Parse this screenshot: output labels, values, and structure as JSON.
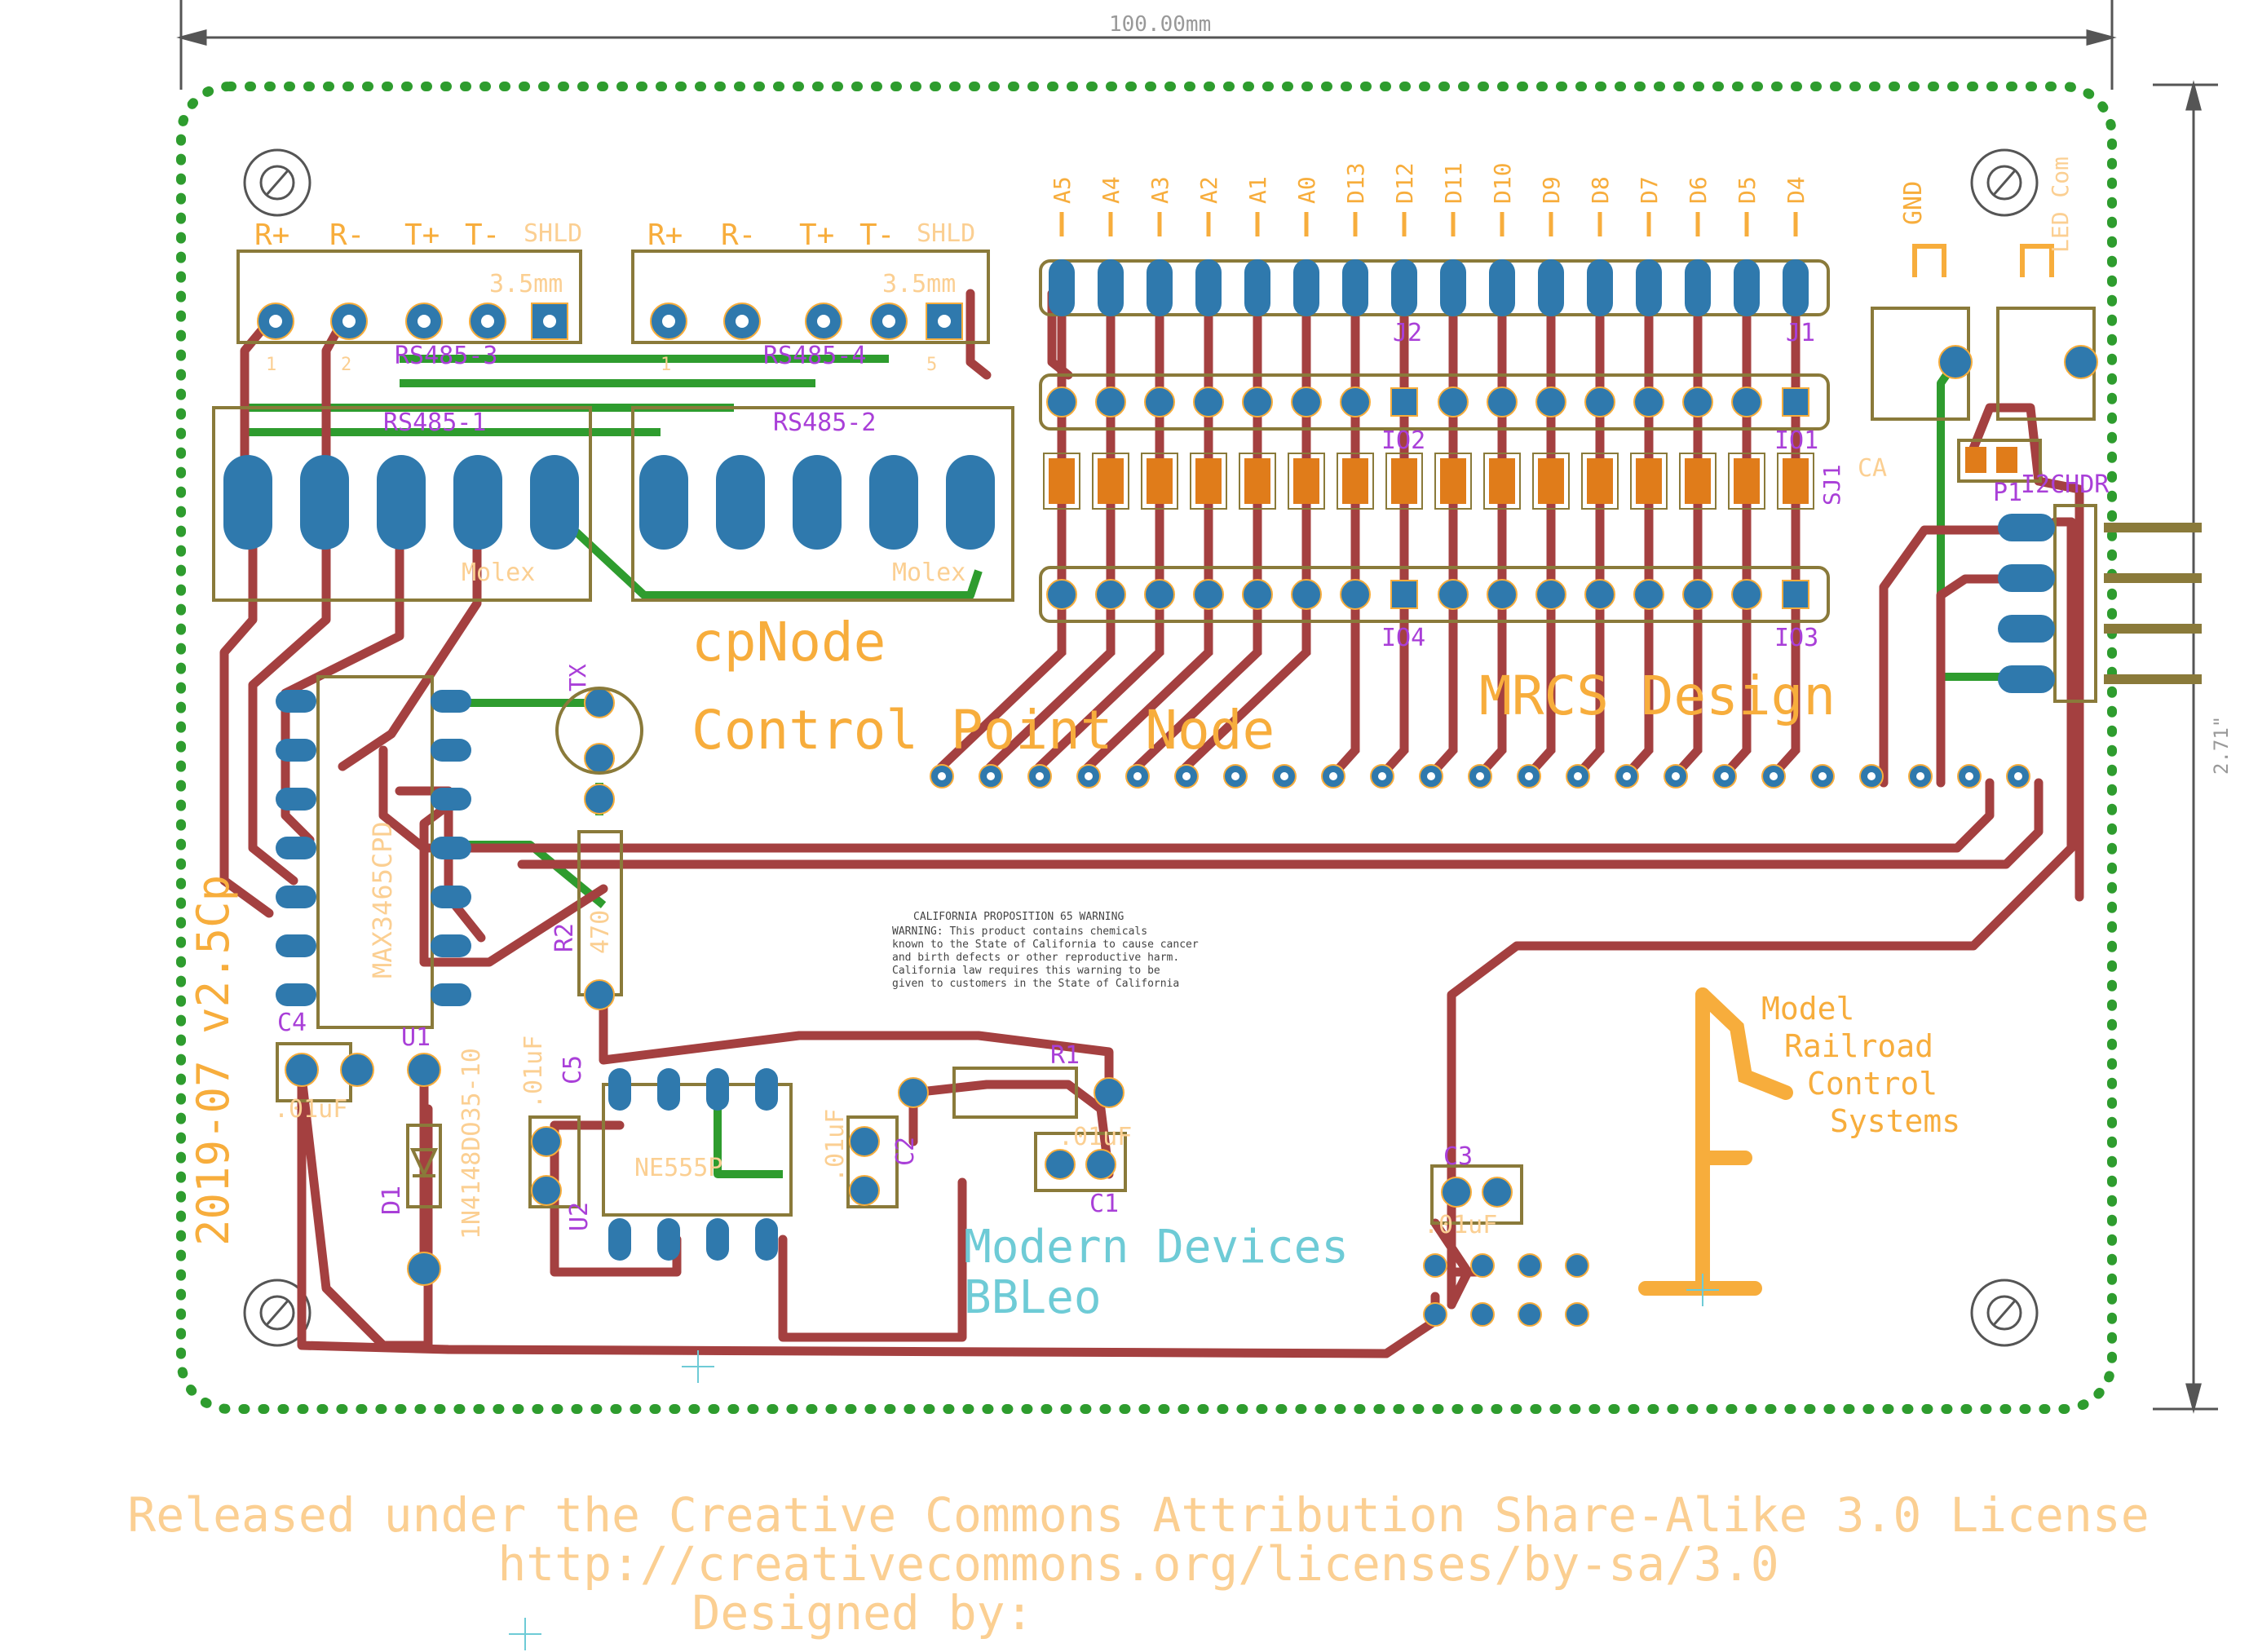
{
  "colors": {
    "silk": "#f7ad3c",
    "silk_light": "#fbcf92",
    "name": "#a93fd8",
    "trace_top": "#a44040",
    "trace_bottom": "#2e9c2e",
    "pad": "#2f79ad",
    "outline": "#8a7a3a",
    "smd": "#e07c1a",
    "dim": "#555555",
    "cyan": "#6ecbd6"
  },
  "dimensions": {
    "width": "100.00mm",
    "height": "2.71\""
  },
  "connectors": {
    "left_top_pins": [
      "R+",
      "R-",
      "T+",
      "T-"
    ],
    "left_top_shld": "SHLD",
    "right_top_pins": [
      "R+",
      "R-",
      "T+",
      "T-"
    ],
    "right_top_shld": "SHLD",
    "size_left": "3.5mm",
    "size_right": "3.5mm",
    "pin_nums_left": [
      "1",
      "2"
    ],
    "pin_nums_right": [
      "1",
      "5"
    ],
    "bus_labels": [
      "RS485-3",
      "RS485-4",
      "RS485-1",
      "RS485-2"
    ],
    "molex_left": "Molex",
    "molex_right": "Molex"
  },
  "io": {
    "pins": [
      "A5",
      "A4",
      "A3",
      "A2",
      "A1",
      "A0",
      "D13",
      "D12",
      "D11",
      "D10",
      "D9",
      "D8",
      "D7",
      "D6",
      "D5",
      "D4"
    ],
    "j2": "J2",
    "j1": "J1",
    "io2": "IO2",
    "io1": "IO1",
    "io4": "IO4",
    "io3": "IO3",
    "sj1": "SJ1",
    "ca": "CA"
  },
  "power": {
    "gnd": "GND",
    "led_com": "LED Com",
    "p1": "P1",
    "i2c": "I2CHDR"
  },
  "titles": {
    "cpnode": "cpNode",
    "control_point": "Control Point Node",
    "mrcs": "MRCS Design",
    "version": "2019-07  v2.5Cp"
  },
  "parts": {
    "tx": "TX",
    "max": "MAX3465CPD",
    "r2": "R2",
    "r2_val": "470",
    "c4": "C4",
    "c4_val": ".01uF",
    "u1": "U1",
    "diode": "1N4148DO35-10",
    "d1": "D1",
    "c5": "C5",
    "c5_val": ".01uF",
    "u2": "U2",
    "ne555": "NE555P",
    "c2": "C2",
    "c2_val": ".01uF",
    "r1": "R1",
    "c1_val": ".01uF",
    "c1": "C1",
    "c3": "C3",
    "c3_val": ".01uF"
  },
  "logo": [
    "Model",
    "Railroad",
    "Control",
    "Systems"
  ],
  "warning": [
    "CALIFORNIA PROPOSITION 65 WARNING",
    "WARNING: This product contains chemicals",
    "known to the State of California to cause cancer",
    "and birth defects or other reproductive harm.",
    "California law requires this warning to be",
    "given to customers in the State of California"
  ],
  "credits": {
    "line1": "Modern Devices",
    "line2": "BBLeo"
  },
  "footer": {
    "license": "Released under the Creative Commons Attribution Share-Alike 3.0 License",
    "url": "http://creativecommons.org/licenses/by-sa/3.0",
    "designed": "Designed by:"
  }
}
